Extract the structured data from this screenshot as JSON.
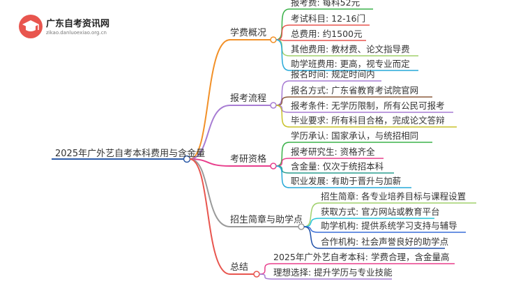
{
  "logo": {
    "title": "广东自考资讯网",
    "subtitle": "zikao.danluoexiao.org.cn",
    "icon": "graduation-cap-icon",
    "brand_color": "#e8554e"
  },
  "mindmap": {
    "root": "2025年广外艺自考本科费用与含金量",
    "branches": [
      {
        "label": "学费概况",
        "color": "#f29027",
        "children": [
          {
            "text": "报考费: 每科52元",
            "color": "#3bb24a"
          },
          {
            "text": "考试科目: 12-16门",
            "color": "#e8554e"
          },
          {
            "text": "总费用: 约1500元",
            "color": "#e8554e"
          },
          {
            "text": "其他费用: 教材费、论文指导费",
            "color": "#a0d16c"
          },
          {
            "text": "助学班费用: 更高，视专业而定",
            "color": "#27a9d8"
          }
        ]
      },
      {
        "label": "报考流程",
        "color": "#a77cd3",
        "children": [
          {
            "text": "报名时间: 规定时间内",
            "color": "#a77cd3"
          },
          {
            "text": "报名方式: 广东省教育考试院官网",
            "color": "#8b5a3c"
          },
          {
            "text": "报考条件: 无学历限制，所有公民可报考",
            "color": "#a77cd3"
          },
          {
            "text": "毕业要求: 所有科目合格，完成论文答辩",
            "color": "#c9c22b"
          }
        ]
      },
      {
        "label": "考研资格",
        "color": "#e83e8c",
        "children": [
          {
            "text": "学历承认: 国家承认，与统招相同",
            "color": "#3bb24a"
          },
          {
            "text": "报考研究生: 资格齐全",
            "color": "#e83e8c"
          },
          {
            "text": "含金量: 仅次于统招本科",
            "color": "#2a9d8f"
          },
          {
            "text": "职业发展: 有助于晋升与加薪",
            "color": "#27a9d8"
          }
        ]
      },
      {
        "label": "招生简章与助学点",
        "color": "#9a9a9a",
        "children": [
          {
            "text": "招生简章: 各专业培养目标与课程设置",
            "color": "#a0d16c"
          },
          {
            "text": "获取方式: 官方网站或教育平台",
            "color": "#27c4d8"
          },
          {
            "text": "助学机构: 提供系统学习支持与辅导",
            "color": "#3a6fd8"
          },
          {
            "text": "合作机构: 社会声誉良好的助学点",
            "color": "#1e4fa8"
          }
        ]
      },
      {
        "label": "总结",
        "color": "#e8554e",
        "children": [
          {
            "text": "2025年广外艺自考本科: 学费合理，含金量高",
            "color": "#e83e8c"
          },
          {
            "text": "理想选择: 提升学历与专业技能",
            "color": "#a77cd3"
          }
        ]
      }
    ]
  }
}
